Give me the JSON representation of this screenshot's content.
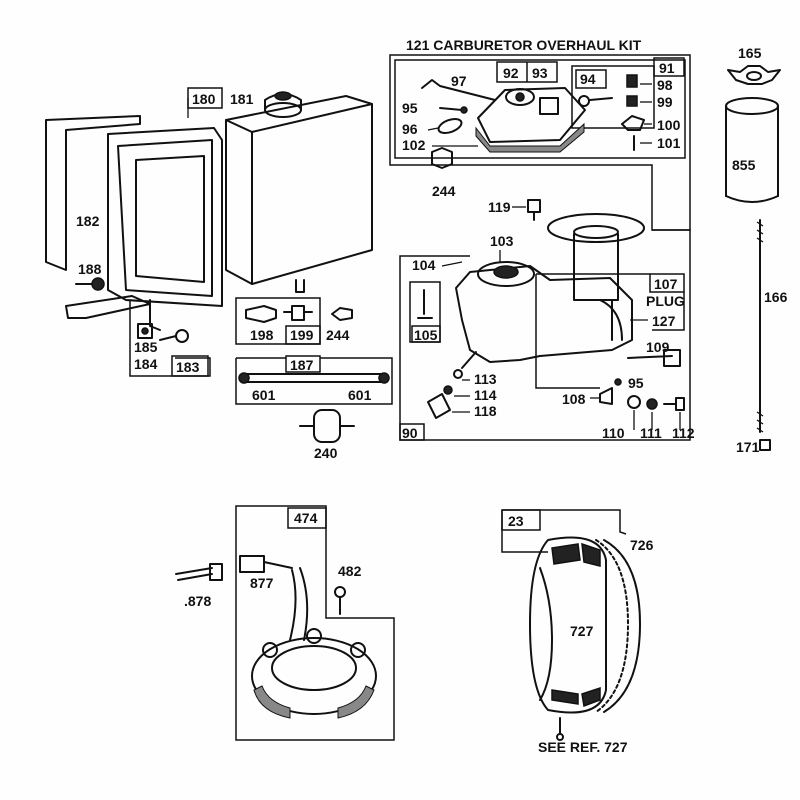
{
  "diagram": {
    "kit_title": "121 CARBURETOR OVERHAUL KIT",
    "labels": {
      "p165": "165",
      "p855": "855",
      "p166": "166",
      "p171": "171",
      "p91": "91",
      "p92": "92",
      "p93": "93",
      "p94": "94",
      "p95a": "95",
      "p96": "96",
      "p97": "97",
      "p98": "98",
      "p99": "99",
      "p100": "100",
      "p101": "101",
      "p102": "102",
      "p180": "180",
      "p181": "181",
      "p182": "182",
      "p183": "183",
      "p184": "184",
      "p185": "185",
      "p188": "188",
      "p187": "187",
      "p601a": "601",
      "p601b": "601",
      "p198": "198",
      "p199": "199",
      "p244a": "244",
      "p244b": "244",
      "p240": "240",
      "p119": "119",
      "p103": "103",
      "p104": "104",
      "p105": "105",
      "p107": "107",
      "plug": "PLUG",
      "p127": "127",
      "p109": "109",
      "p95b": "95",
      "p108": "108",
      "p113": "113",
      "p114": "114",
      "p118": "118",
      "p110": "110",
      "p111": "111",
      "p112": "112",
      "p90": "90",
      "p474": "474",
      "p482": "482",
      "p877": "877",
      "p878": ".878",
      "p23": "23",
      "p726": "726",
      "p727": "727",
      "see_ref": "SEE REF. 727"
    }
  }
}
